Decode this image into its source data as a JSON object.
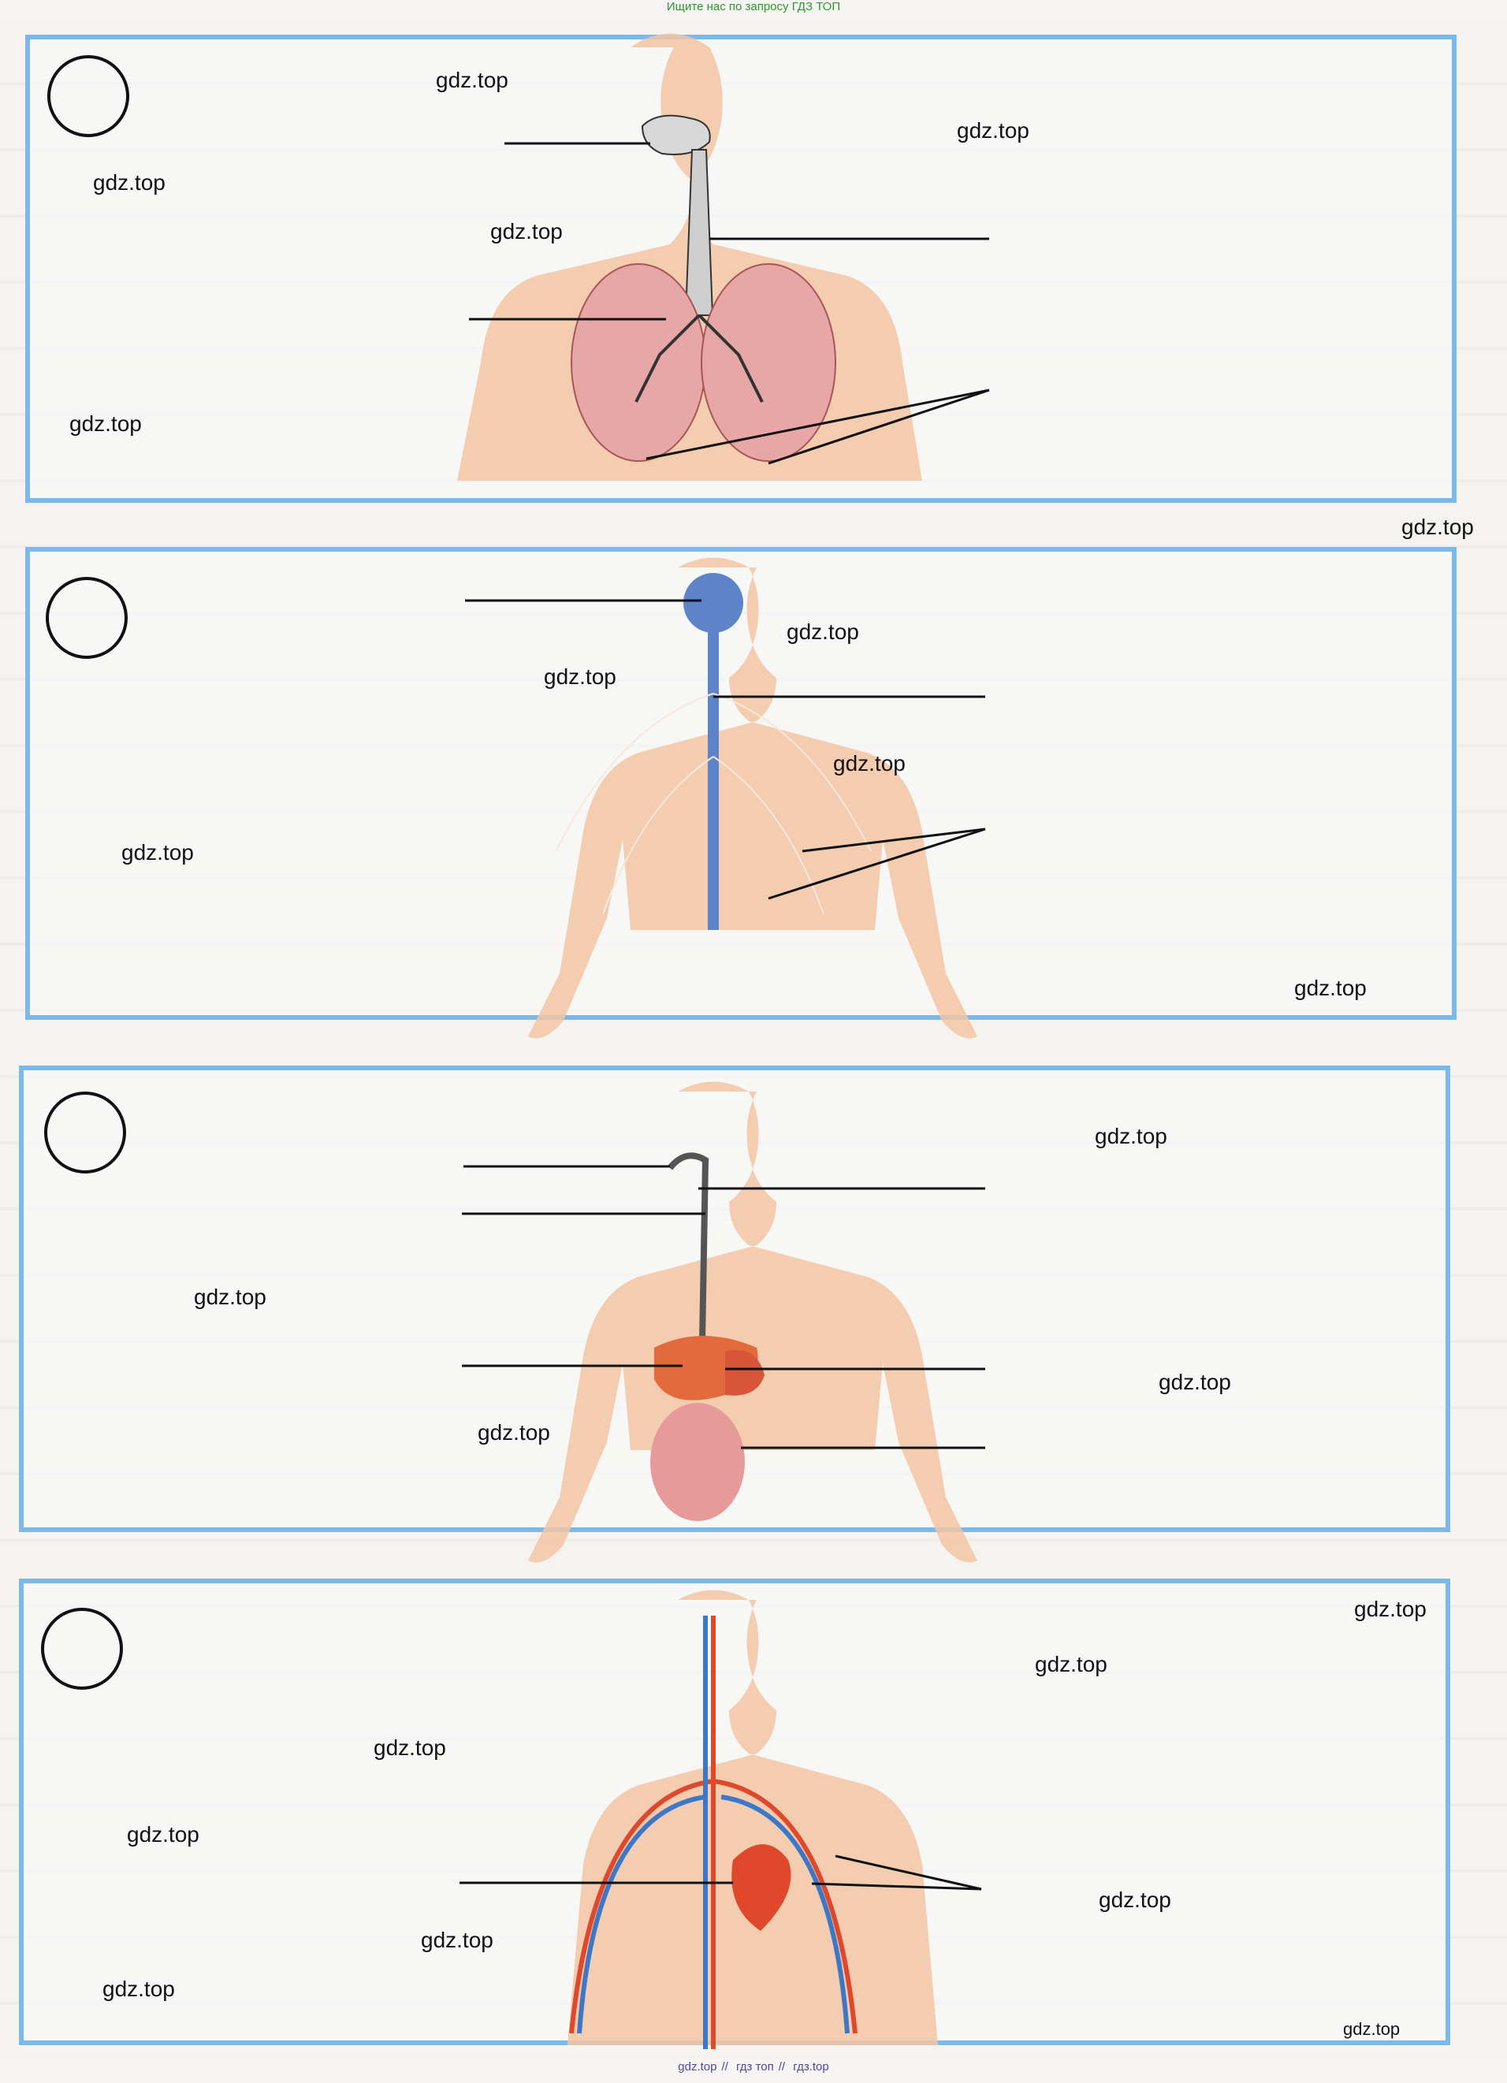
{
  "top_banner": "Ищите нас по запросу ГДЗ ТОП",
  "bottom_banner": [
    "gdz.top",
    "гдз топ",
    "гдз.top"
  ],
  "watermark": "gdz.top",
  "colors": {
    "panel_border": "#7ab9ea",
    "skin": "#f3c5a4",
    "respiratory": "#e8a7a7",
    "nervous": "#5d84c9",
    "digestive": "#e26a3b",
    "artery": "#e0482c",
    "vein": "#3b78c8"
  },
  "panels": [
    {
      "system": "respiratory",
      "answer_circle": ""
    },
    {
      "system": "nervous",
      "answer_circle": ""
    },
    {
      "system": "digestive",
      "answer_circle": ""
    },
    {
      "system": "circulatory",
      "answer_circle": ""
    }
  ]
}
